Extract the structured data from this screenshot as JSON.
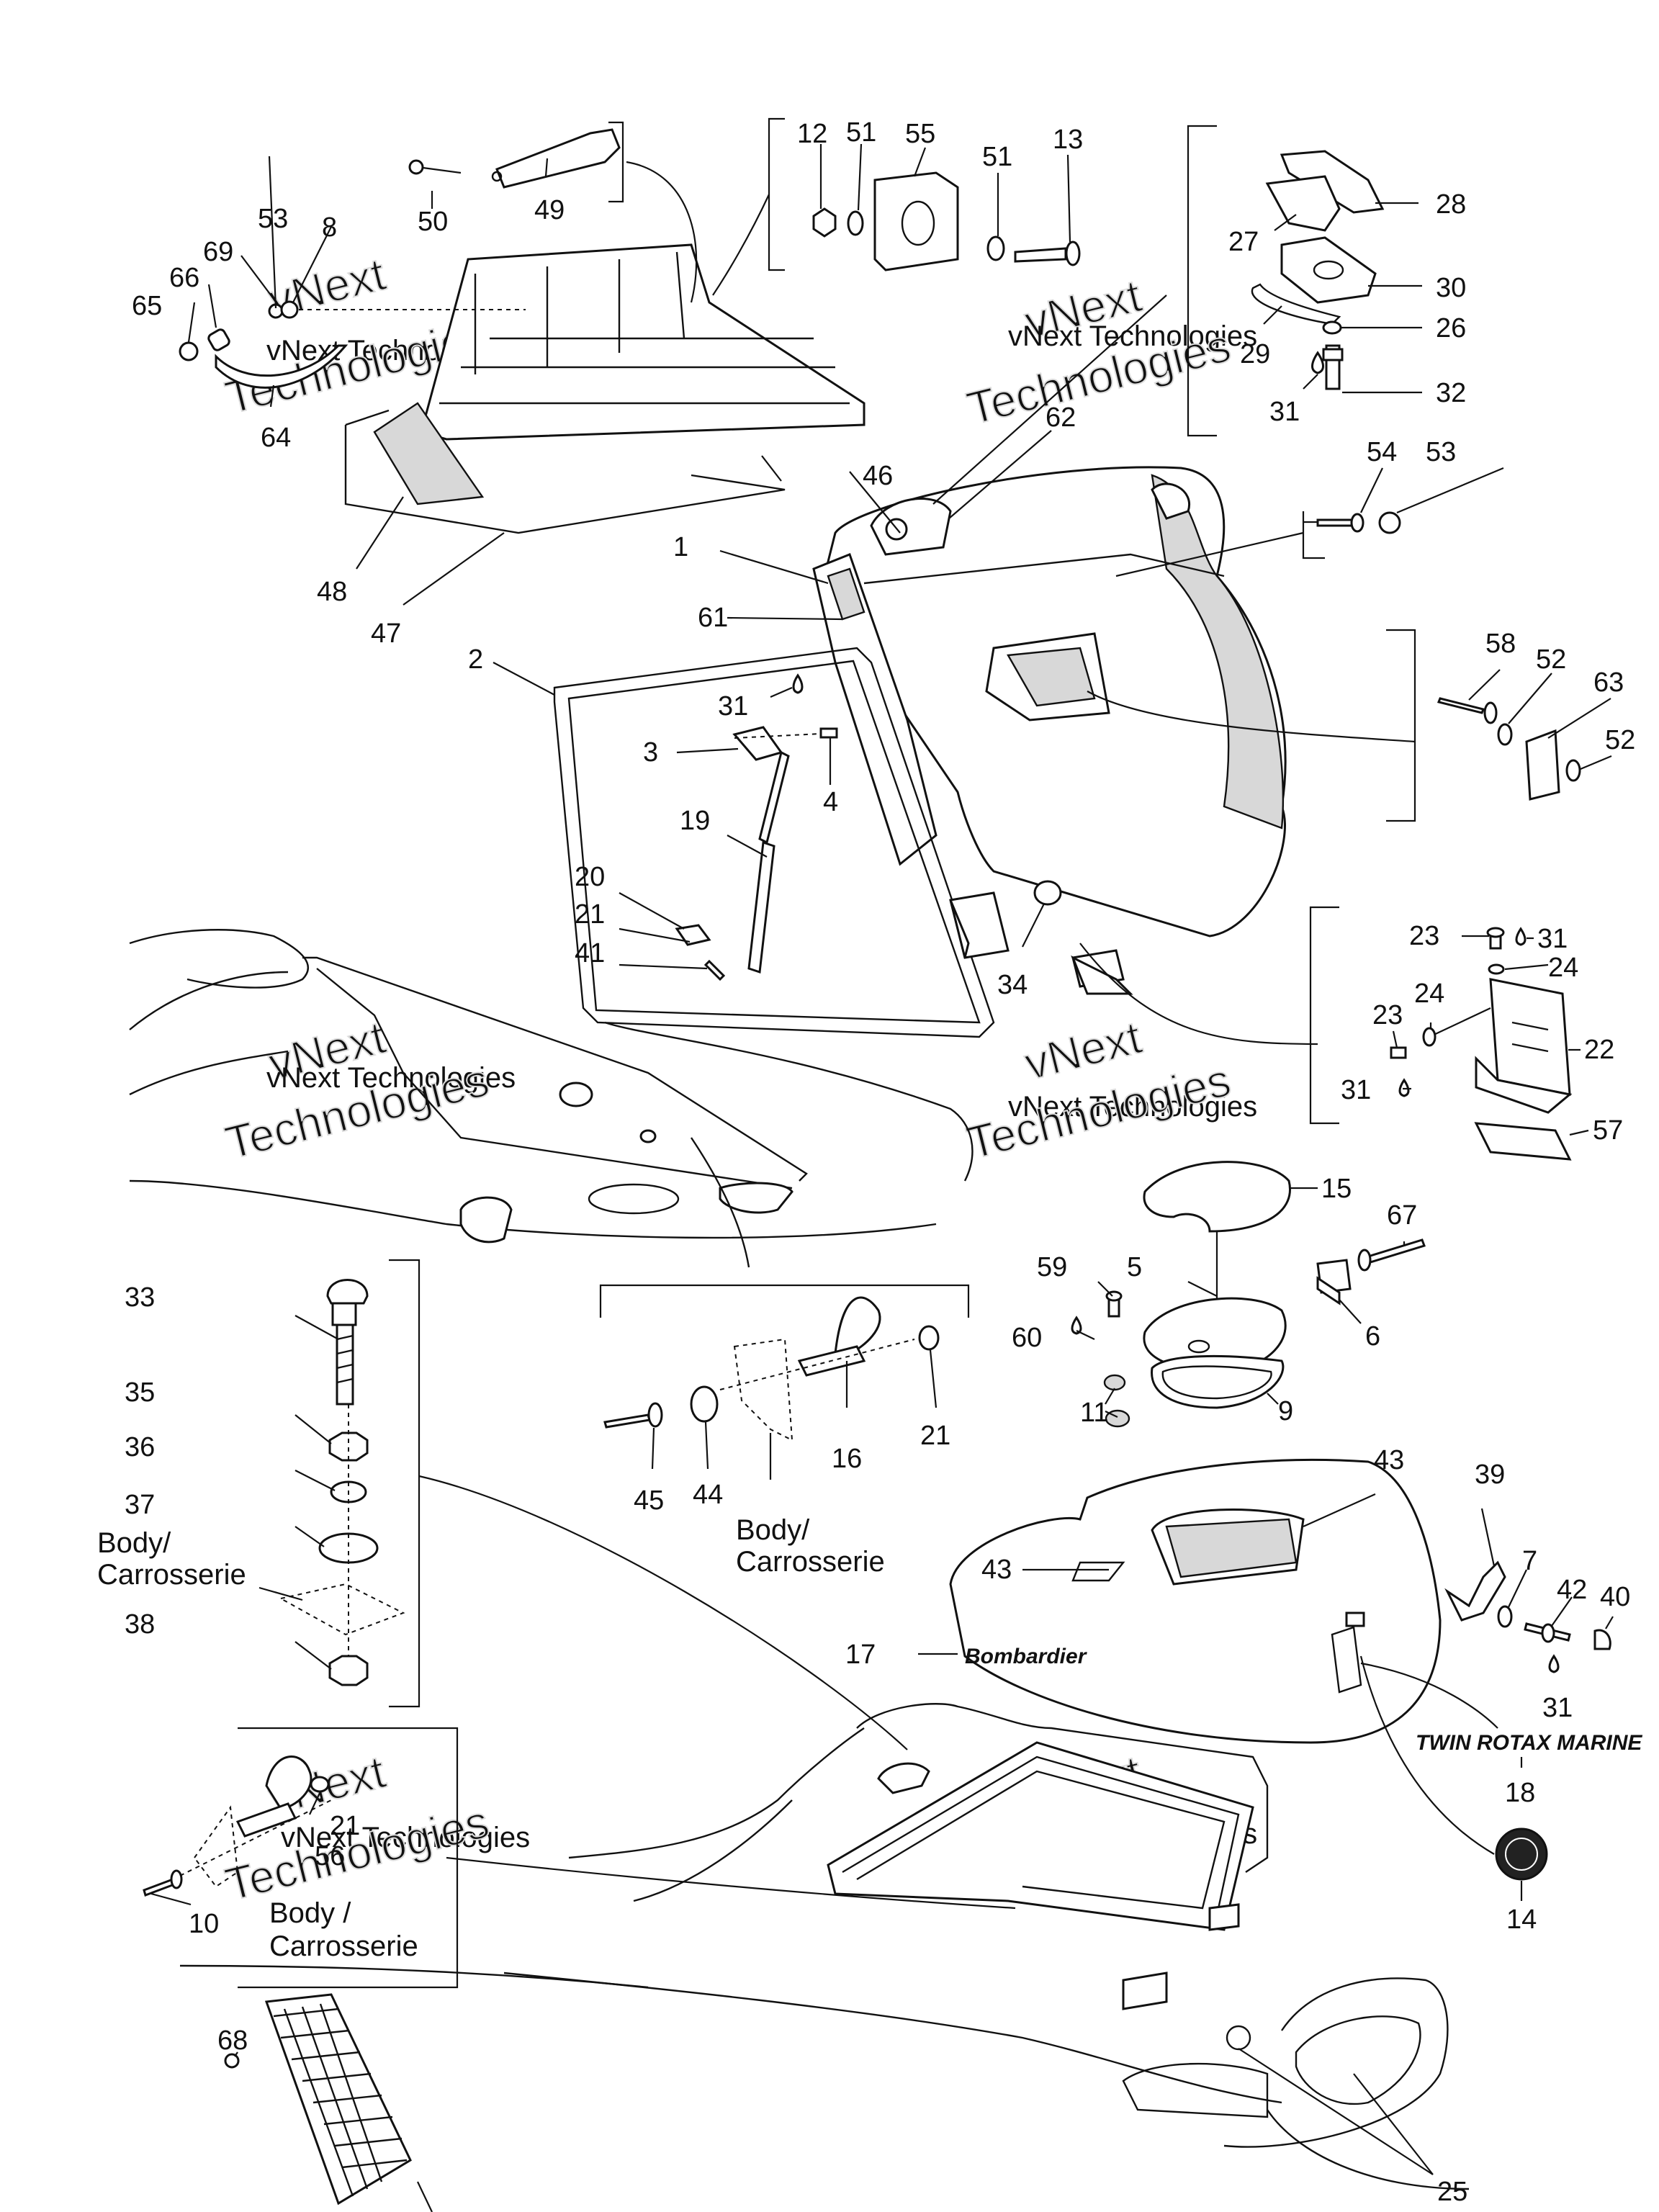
{
  "labels": {
    "n1": "1",
    "n2": "2",
    "n3": "3",
    "n4": "4",
    "n5": "5",
    "n6": "6",
    "n7": "7",
    "n8": "8",
    "n9": "9",
    "n10": "10",
    "n11": "11",
    "n12": "12",
    "n13": "13",
    "n14": "14",
    "n15": "15",
    "n16": "16",
    "n17": "17",
    "n18": "18",
    "n19": "19",
    "n20": "20",
    "n21": "21",
    "n22": "22",
    "n23": "23",
    "n24": "24",
    "n25": "25",
    "n26": "26",
    "n27": "27",
    "n28": "28",
    "n29": "29",
    "n30": "30",
    "n31": "31",
    "n32": "32",
    "n33": "33",
    "n34": "34",
    "n35": "35",
    "n36": "36",
    "n37": "37",
    "n38": "38",
    "n39": "39",
    "n40": "40",
    "n41": "41",
    "n42": "42",
    "n43": "43",
    "n44": "44",
    "n45": "45",
    "n46": "46",
    "n47": "47",
    "n48": "48",
    "n49": "49",
    "n50": "50",
    "n51": "51",
    "n52": "52",
    "n53": "53",
    "n54": "54",
    "n55": "55",
    "n56": "56",
    "n57": "57",
    "n58": "58",
    "n59": "59",
    "n60": "60",
    "n61": "61",
    "n62": "62",
    "n63": "63",
    "n64": "64",
    "n65": "65",
    "n66": "66",
    "n67": "67",
    "n68": "68",
    "n69": "69"
  },
  "notes": {
    "body_line1": "Body/",
    "body_line2": "Carrosserie",
    "body_spaced_line1": "Body /",
    "body_spaced_line2": "Carrosserie"
  },
  "decals": {
    "bombardier": "Bombardier",
    "twin_rotax": "TWIN ROTAX MARINE"
  },
  "watermark": {
    "line1": "vNext",
    "line2": "vNext Technologies",
    "line3": "Technologies"
  },
  "icons": [
    "sealant-drop-icon",
    "screw-icon",
    "nut-icon",
    "washer-icon",
    "hinge-icon",
    "cable-tie-icon"
  ]
}
